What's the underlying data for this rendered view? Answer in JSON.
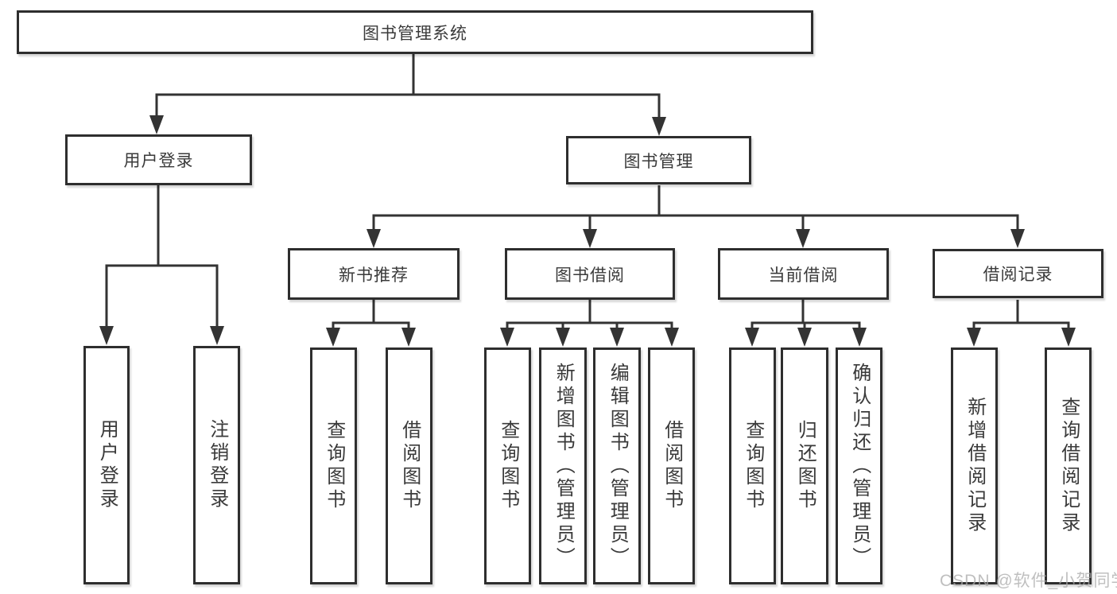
{
  "diagram": {
    "type": "hierarchy-tree",
    "root": {
      "label": "图书管理系统"
    },
    "level2": [
      {
        "id": "user-login",
        "label": "用户登录"
      },
      {
        "id": "book-management",
        "label": "图书管理"
      }
    ],
    "level3": [
      {
        "id": "new-book-recommendation",
        "parent": "图书管理",
        "label": "新书推荐"
      },
      {
        "id": "book-borrowing",
        "parent": "图书管理",
        "label": "图书借阅"
      },
      {
        "id": "current-borrowing",
        "parent": "图书管理",
        "label": "当前借阅"
      },
      {
        "id": "borrowing-records",
        "parent": "图书管理",
        "label": "借阅记录"
      }
    ],
    "leaves": [
      {
        "parent": "用户登录",
        "label": "用户登录"
      },
      {
        "parent": "用户登录",
        "label": "注销登录"
      },
      {
        "parent": "新书推荐",
        "label": "查询图书"
      },
      {
        "parent": "新书推荐",
        "label": "借阅图书"
      },
      {
        "parent": "图书借阅",
        "label": "查询图书"
      },
      {
        "parent": "图书借阅",
        "label": "新增图书（管理员）"
      },
      {
        "parent": "图书借阅",
        "label": "编辑图书（管理员）"
      },
      {
        "parent": "图书借阅",
        "label": "借阅图书"
      },
      {
        "parent": "当前借阅",
        "label": "查询图书"
      },
      {
        "parent": "当前借阅",
        "label": "归还图书"
      },
      {
        "parent": "当前借阅",
        "label": "确认归还（管理员）"
      },
      {
        "parent": "借阅记录",
        "label": "新增借阅记录"
      },
      {
        "parent": "借阅记录",
        "label": "查询借阅记录"
      }
    ]
  },
  "watermark": "CSDN @软件_小贺同学",
  "colors": {
    "line": "#333333",
    "box_border": "#2e2e2e",
    "text": "#3a3a3a",
    "background": "#ffffff",
    "watermark": "#c6c6c6"
  }
}
